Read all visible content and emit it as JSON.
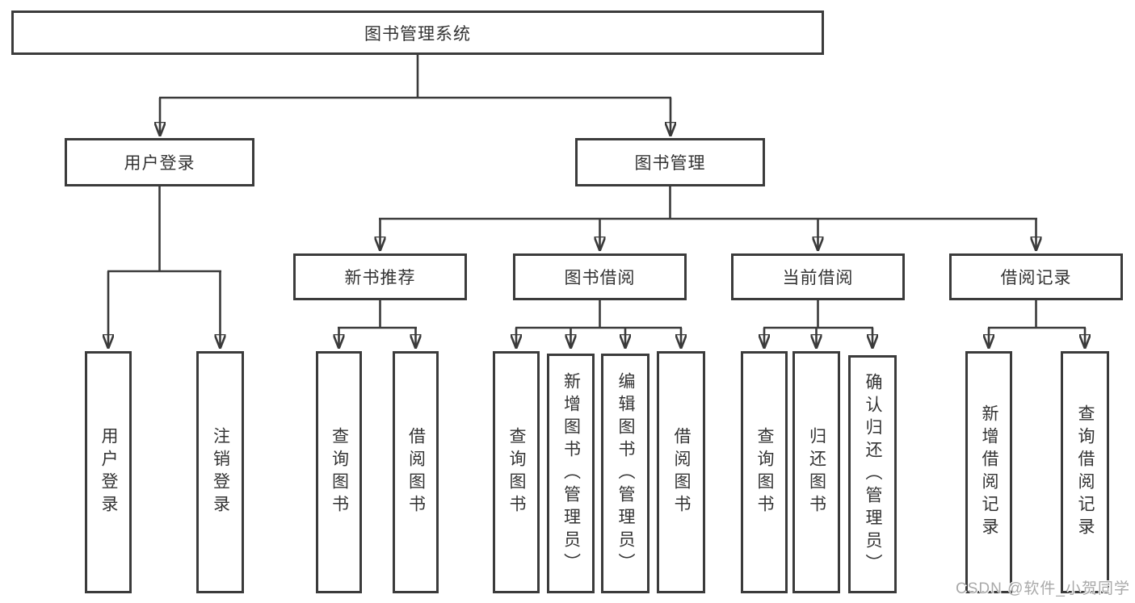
{
  "tree": {
    "label": "图书管理系统",
    "children": [
      {
        "label": "用户登录",
        "children": [
          {
            "label": "用户登录"
          },
          {
            "label": "注销登录"
          }
        ]
      },
      {
        "label": "图书管理",
        "children": [
          {
            "label": "新书推荐",
            "children": [
              {
                "label": "查询图书"
              },
              {
                "label": "借阅图书"
              }
            ]
          },
          {
            "label": "图书借阅",
            "children": [
              {
                "label": "查询图书"
              },
              {
                "label": "新增图书（管理员）"
              },
              {
                "label": "编辑图书（管理员）"
              },
              {
                "label": "借阅图书"
              }
            ]
          },
          {
            "label": "当前借阅",
            "children": [
              {
                "label": "查询图书"
              },
              {
                "label": "归还图书"
              },
              {
                "label": "确认归还（管理员）"
              }
            ]
          },
          {
            "label": "借阅记录",
            "children": [
              {
                "label": "新增借阅记录"
              },
              {
                "label": "查询借阅记录"
              }
            ]
          }
        ]
      }
    ]
  },
  "watermark": {
    "text": "CSDN @软件_小贺同学"
  },
  "colors": {
    "line": "#3a3a3a",
    "box_border": "#3b3b3b",
    "text": "#333333",
    "background": "#ffffff",
    "watermark": "#a9a9a9"
  }
}
